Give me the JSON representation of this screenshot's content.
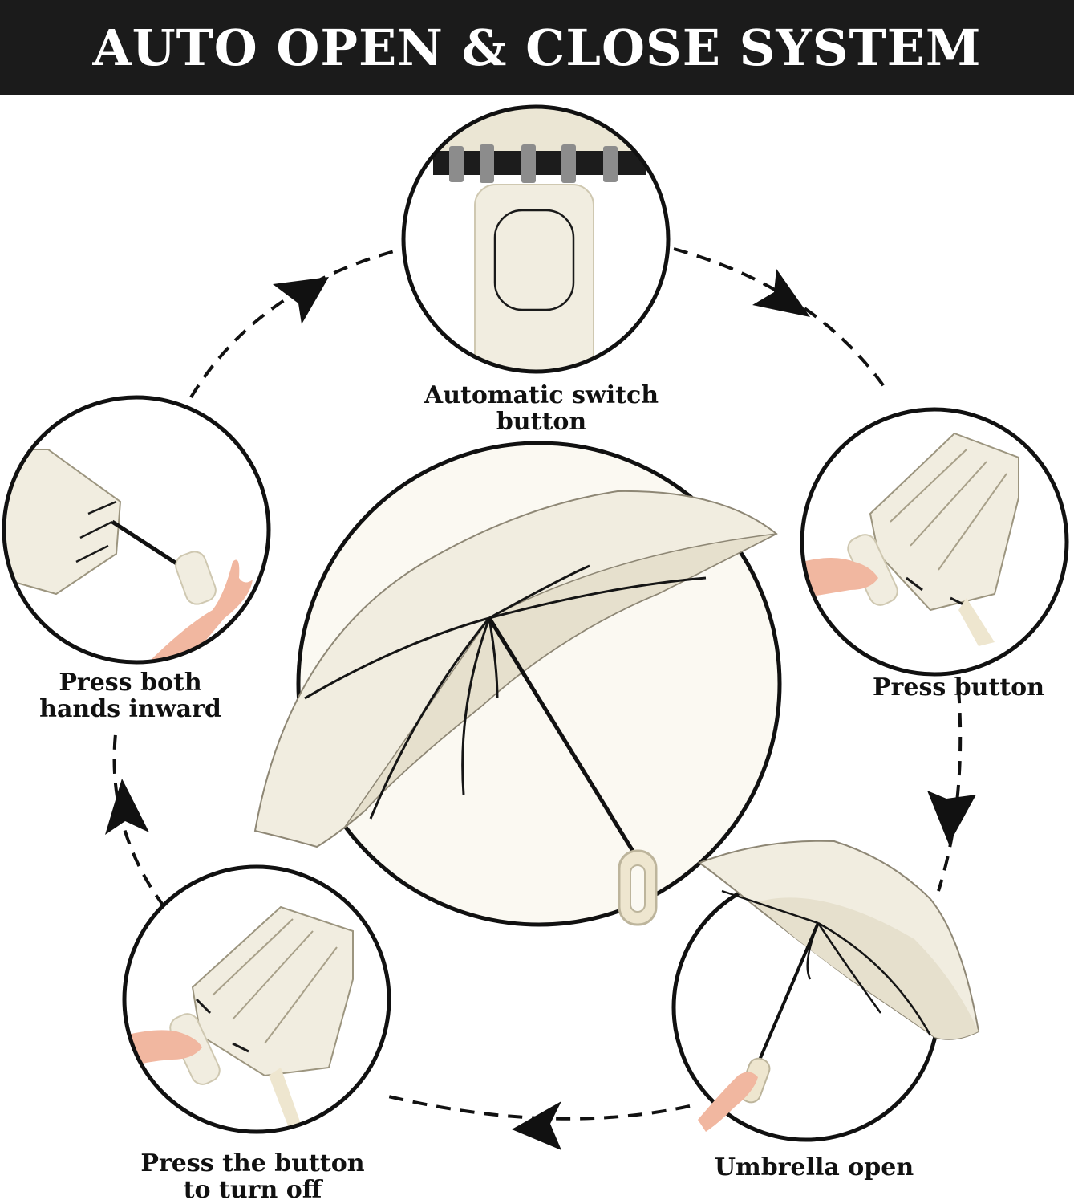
{
  "title": "AUTO OPEN & CLOSE SYSTEM",
  "steps": [
    {
      "id": "switch",
      "lines": [
        "Automatic switch",
        "button"
      ]
    },
    {
      "id": "press",
      "lines": [
        "Press button"
      ]
    },
    {
      "id": "open",
      "lines": [
        "Umbrella open"
      ]
    },
    {
      "id": "off",
      "lines": [
        "Press the button",
        "to turn off"
      ]
    },
    {
      "id": "hands",
      "lines": [
        "Press both",
        "hands inward"
      ]
    }
  ],
  "colors": {
    "banner": "#1b1b1b",
    "fabric": "#f1ede0",
    "fabric_shade": "#e2dcc9",
    "ink": "#111111",
    "skin": "#f1b7a0"
  },
  "icons": [
    "umbrella-illustration",
    "switch-button-icon",
    "hand-icon",
    "arrow-icon"
  ]
}
